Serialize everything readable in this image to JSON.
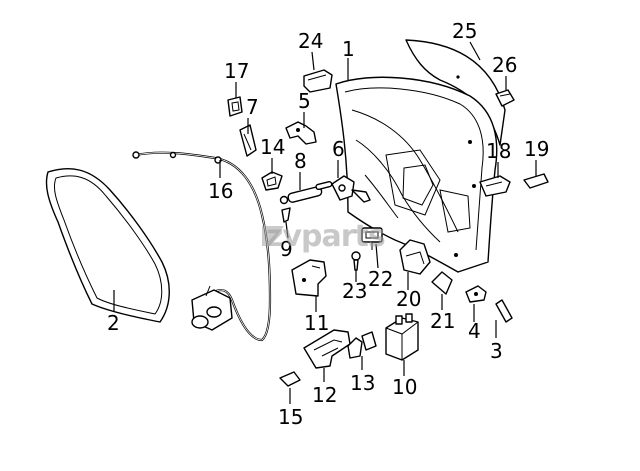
{
  "watermark": {
    "text": "zvparts",
    "color": "#9a9a9a"
  },
  "callouts": [
    {
      "id": "part-1",
      "label": "1"
    },
    {
      "id": "part-2",
      "label": "2"
    },
    {
      "id": "part-3",
      "label": "3"
    },
    {
      "id": "part-4",
      "label": "4"
    },
    {
      "id": "part-5",
      "label": "5"
    },
    {
      "id": "part-6",
      "label": "6"
    },
    {
      "id": "part-7",
      "label": "7"
    },
    {
      "id": "part-8",
      "label": "8"
    },
    {
      "id": "part-9",
      "label": "9"
    },
    {
      "id": "part-10",
      "label": "10"
    },
    {
      "id": "part-11",
      "label": "11"
    },
    {
      "id": "part-12",
      "label": "12"
    },
    {
      "id": "part-13",
      "label": "13"
    },
    {
      "id": "part-14",
      "label": "14"
    },
    {
      "id": "part-15",
      "label": "15"
    },
    {
      "id": "part-16",
      "label": "16"
    },
    {
      "id": "part-17",
      "label": "17"
    },
    {
      "id": "part-18",
      "label": "18"
    },
    {
      "id": "part-19",
      "label": "19"
    },
    {
      "id": "part-20",
      "label": "20"
    },
    {
      "id": "part-21",
      "label": "21"
    },
    {
      "id": "part-22",
      "label": "22"
    },
    {
      "id": "part-23",
      "label": "23"
    },
    {
      "id": "part-24",
      "label": "24"
    },
    {
      "id": "part-25",
      "label": "25"
    },
    {
      "id": "part-26",
      "label": "26"
    }
  ]
}
